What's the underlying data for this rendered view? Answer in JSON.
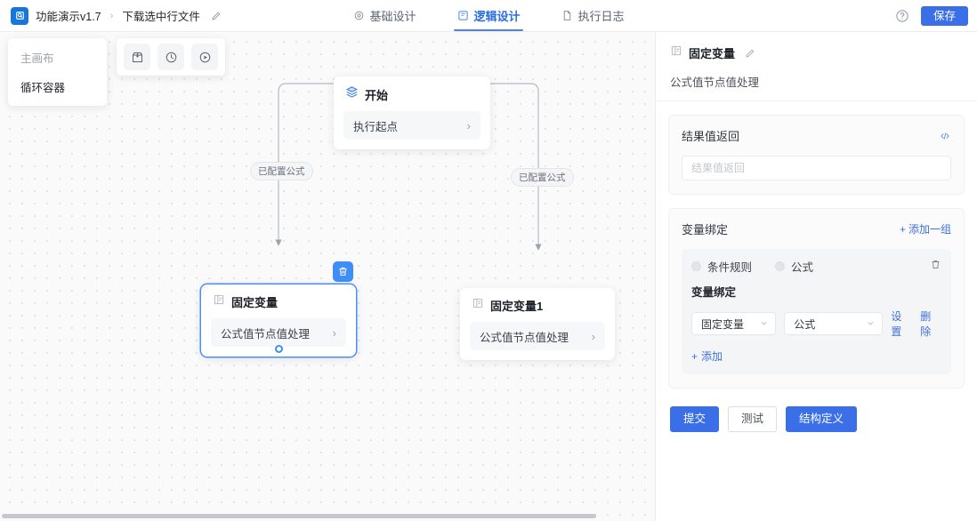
{
  "topbar": {
    "logo_icon": "chip-search-icon",
    "breadcrumb_root": "功能演示v1.7",
    "breadcrumb_sep": "›",
    "breadcrumb_current": "下载选中行文件",
    "edit_icon": "pencil-icon",
    "help_icon": "question-circle-icon",
    "save_label": "保存",
    "tabs": [
      {
        "label": "基础设计",
        "icon": "gear-icon",
        "active": false
      },
      {
        "label": "逻辑设计",
        "icon": "flow-icon",
        "active": true
      },
      {
        "label": "执行日志",
        "icon": "document-icon",
        "active": false
      }
    ]
  },
  "canvas": {
    "switcher": [
      {
        "label": "主画布",
        "selected": true
      },
      {
        "label": "循环容器",
        "selected": false
      }
    ],
    "tools": [
      {
        "icon": "package-icon",
        "name": "components"
      },
      {
        "icon": "clock-icon",
        "name": "history"
      },
      {
        "icon": "play-circle-icon",
        "name": "run"
      }
    ],
    "nodes": [
      {
        "id": "start",
        "icon": "layers-icon",
        "title": "开始",
        "body": "执行起点",
        "chevron": "›"
      },
      {
        "id": "var",
        "icon": "variable-icon",
        "title": "固定变量",
        "body": "公式值节点值处理",
        "chevron": "›"
      },
      {
        "id": "var1",
        "icon": "variable-icon",
        "title": "固定变量1",
        "body": "公式值节点值处理",
        "chevron": "›"
      }
    ],
    "edge_labels": [
      "已配置公式",
      "已配置公式"
    ],
    "delete_icon": "trash-icon"
  },
  "panel": {
    "icon": "variable-icon",
    "title": "固定变量",
    "edit_icon": "pencil-icon",
    "subtitle": "公式值节点值处理",
    "result_card": {
      "title": "结果值返回",
      "code_icon": "code-brackets-icon",
      "input_value": "",
      "input_placeholder": "结果值返回"
    },
    "binding_card": {
      "title": "变量绑定",
      "add_group_icon": "+",
      "add_group_label": "添加一组",
      "radios": [
        {
          "label": "条件规则",
          "checked": false
        },
        {
          "label": "公式",
          "checked": false
        }
      ],
      "group_delete_icon": "trash-icon",
      "bind_label": "变量绑定",
      "select_left": "固定变量",
      "select_right": "公式",
      "caret_icon": "chevron-down-icon",
      "link_settings": "设置",
      "link_delete": "删除",
      "add_icon": "+",
      "add_label": "添加"
    },
    "buttons": [
      {
        "label": "提交",
        "style": "primary"
      },
      {
        "label": "测试",
        "style": "ghost"
      },
      {
        "label": "结构定义",
        "style": "primary"
      }
    ]
  },
  "colors": {
    "accent": "#3b6fe8",
    "link": "#3e6fe0",
    "tab_active": "#2b6ede",
    "node_select": "#3e8ef7",
    "canvas_bg": "#fafafa"
  }
}
